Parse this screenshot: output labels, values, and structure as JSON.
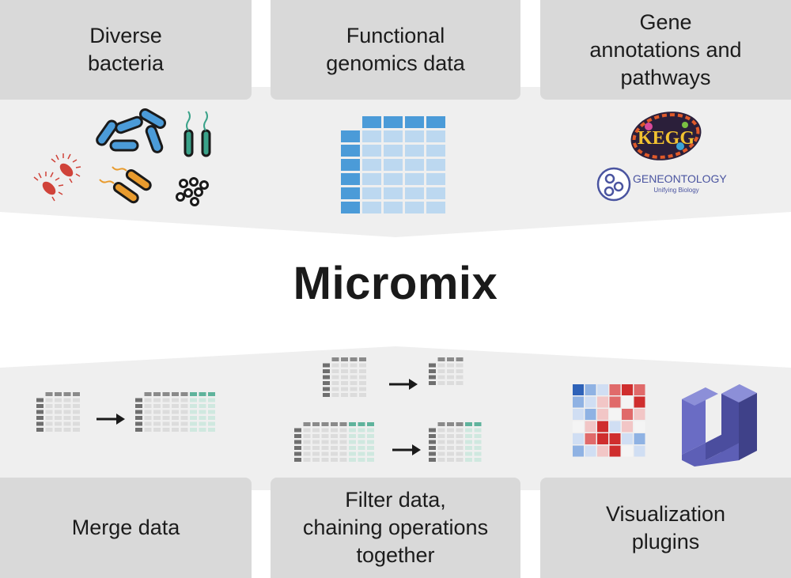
{
  "title": "Micromix",
  "inputs": [
    {
      "label": "Diverse\nbacteria"
    },
    {
      "label": "Functional\ngenomics data"
    },
    {
      "label": "Gene\nannotations and\npathways"
    }
  ],
  "outputs": [
    {
      "label": "Merge data"
    },
    {
      "label": "Filter data,\nchaining operations\ntogether"
    },
    {
      "label": "Visualization\nplugins"
    }
  ],
  "logos": {
    "kegg": "KEGG",
    "go_name": "GENEONTOLOGY",
    "go_tagline": "Unifying Biology"
  },
  "colors": {
    "box": "#d9d9d9",
    "band": "#efefef",
    "blue": "#4b9bd8",
    "light_blue": "#bcd8f0",
    "gray_row": "#8a8a8a",
    "teal": "#5fb39c",
    "red": "#d63a3a",
    "purple": "#5d5fb6"
  }
}
